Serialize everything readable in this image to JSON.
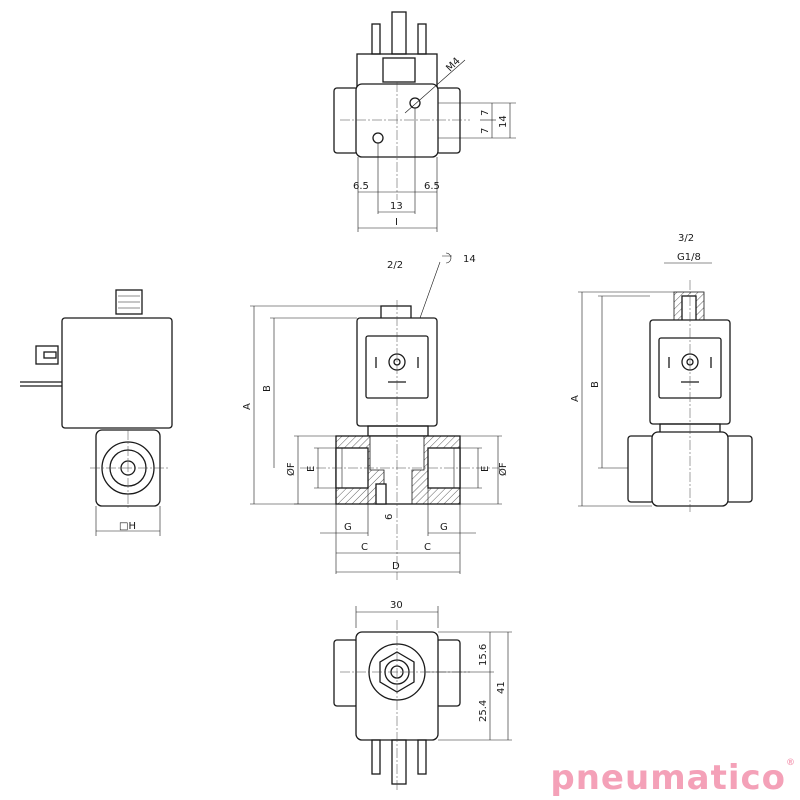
{
  "colors": {
    "line": "#1a1a1a",
    "logo": "#f4a1b8"
  },
  "top_view": {
    "thread": "M4",
    "dims": {
      "seven_a": "7",
      "seven_b": "7",
      "fourteen": "14",
      "six_five_a": "6.5",
      "six_five_b": "6.5",
      "thirteen": "13",
      "width": "I"
    }
  },
  "side_view": {
    "dims": {
      "square": "□H"
    }
  },
  "front_view": {
    "function": "2/2",
    "wrench": "14",
    "dims": {
      "A": "A",
      "B": "B",
      "F_left": "ØF",
      "E_left": "E",
      "E_right": "E",
      "F_right": "ØF",
      "six": "6",
      "G_left": "G",
      "G_right": "G",
      "C_left": "C",
      "C_right": "C",
      "D": "D"
    }
  },
  "right_view": {
    "function": "3/2",
    "port": "G1/8",
    "dims": {
      "A": "A",
      "B": "B"
    }
  },
  "bottom_view": {
    "dims": {
      "thirty": "30",
      "fifteen_six": "15.6",
      "forty_one": "41",
      "twenty_five_four": "25.4"
    }
  },
  "logo": {
    "text": "pneumatico",
    "mark": "®"
  }
}
